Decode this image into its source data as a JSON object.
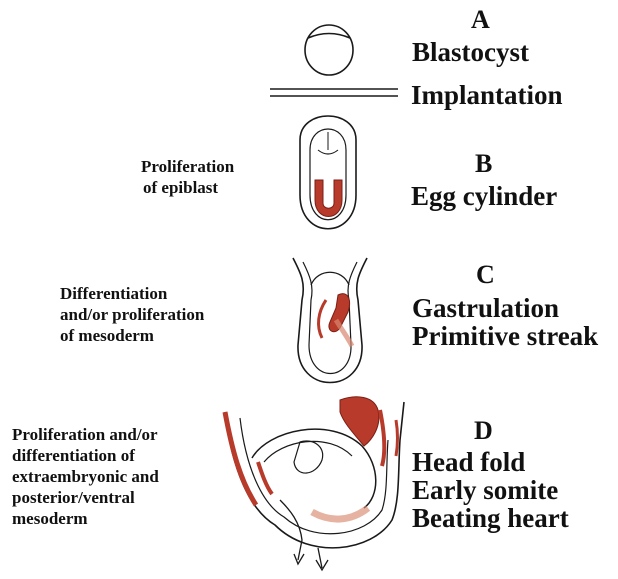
{
  "colors": {
    "outline": "#1a1a1a",
    "tissue_red": "#b83a2a",
    "tissue_red_light": "#d98870",
    "background": "#ffffff"
  },
  "stages": {
    "a": {
      "letter": "A",
      "lines": [
        "Blastocyst"
      ]
    },
    "implantation": {
      "label": "Implantation"
    },
    "b": {
      "letter": "B",
      "lines": [
        "Egg cylinder"
      ]
    },
    "c": {
      "letter": "C",
      "lines": [
        "Gastrulation",
        "Primitive streak"
      ]
    },
    "d": {
      "letter": "D",
      "lines": [
        "Head fold",
        "Early somite",
        "Beating heart"
      ]
    }
  },
  "notes": {
    "b": [
      "Proliferation",
      "of epiblast"
    ],
    "c": [
      "Differentiation",
      "and/or proliferation",
      "of mesoderm"
    ],
    "d": [
      "Proliferation and/or",
      "differentiation of",
      "extraembryonic and",
      "posterior/ventral",
      "mesoderm"
    ]
  }
}
